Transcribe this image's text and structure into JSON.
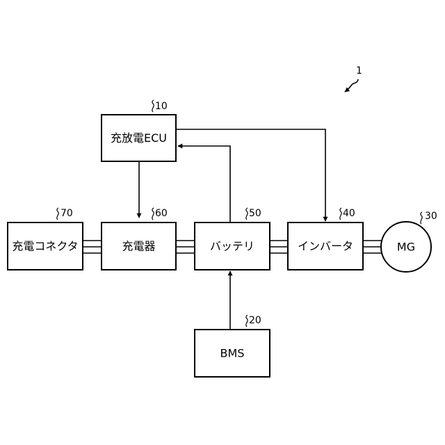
{
  "diagram": {
    "figure_label": "1",
    "blocks": {
      "ecu": {
        "label": "充放電ECU",
        "ref": "10"
      },
      "bms": {
        "label": "BMS",
        "ref": "20"
      },
      "mg": {
        "label": "MG",
        "ref": "30"
      },
      "inverter": {
        "label": "インバータ",
        "ref": "40"
      },
      "battery": {
        "label": "バッテリ",
        "ref": "50"
      },
      "charger": {
        "label": "充電器",
        "ref": "60"
      },
      "connector": {
        "label": "充電コネクタ",
        "ref": "70"
      }
    },
    "colors": {
      "stroke": "#000000",
      "background": "#ffffff"
    }
  }
}
